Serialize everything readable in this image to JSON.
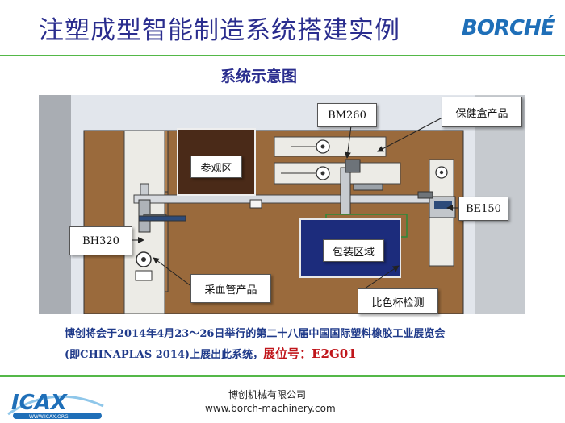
{
  "header": {
    "title": "注塑成型智能制造系统搭建实例",
    "logo_text": "BORCHÉ"
  },
  "subtitle": "系统示意图",
  "diagram": {
    "callouts": {
      "bm260": "BM260",
      "health_box": "保健盒产品",
      "be150": "BE150",
      "bh320": "BH320",
      "blood_tube": "采血管产品",
      "color_check": "比色杯检测"
    },
    "zones": {
      "visit": "参观区",
      "packing": "包装区域"
    }
  },
  "info": {
    "line1": "博创将会于2014年4月23～26日举行的第二十八届中国国际塑料橡胶工业展览会",
    "line2_prefix": "(即CHINAPLAS 2014)上展出此系统，",
    "booth": "展位号：E2G01"
  },
  "footer": {
    "company": "博创机械有限公司",
    "website": "www.borch-machinery.com",
    "icax_logo_text": "ICAX",
    "icax_url": "WWW.ICAX.ORG"
  },
  "colors": {
    "title": "#2a2d8e",
    "accent_line": "#54b848",
    "floor": "#9a6a3c",
    "zone_border": "#1a2a8a",
    "booth": "#c0161b"
  }
}
